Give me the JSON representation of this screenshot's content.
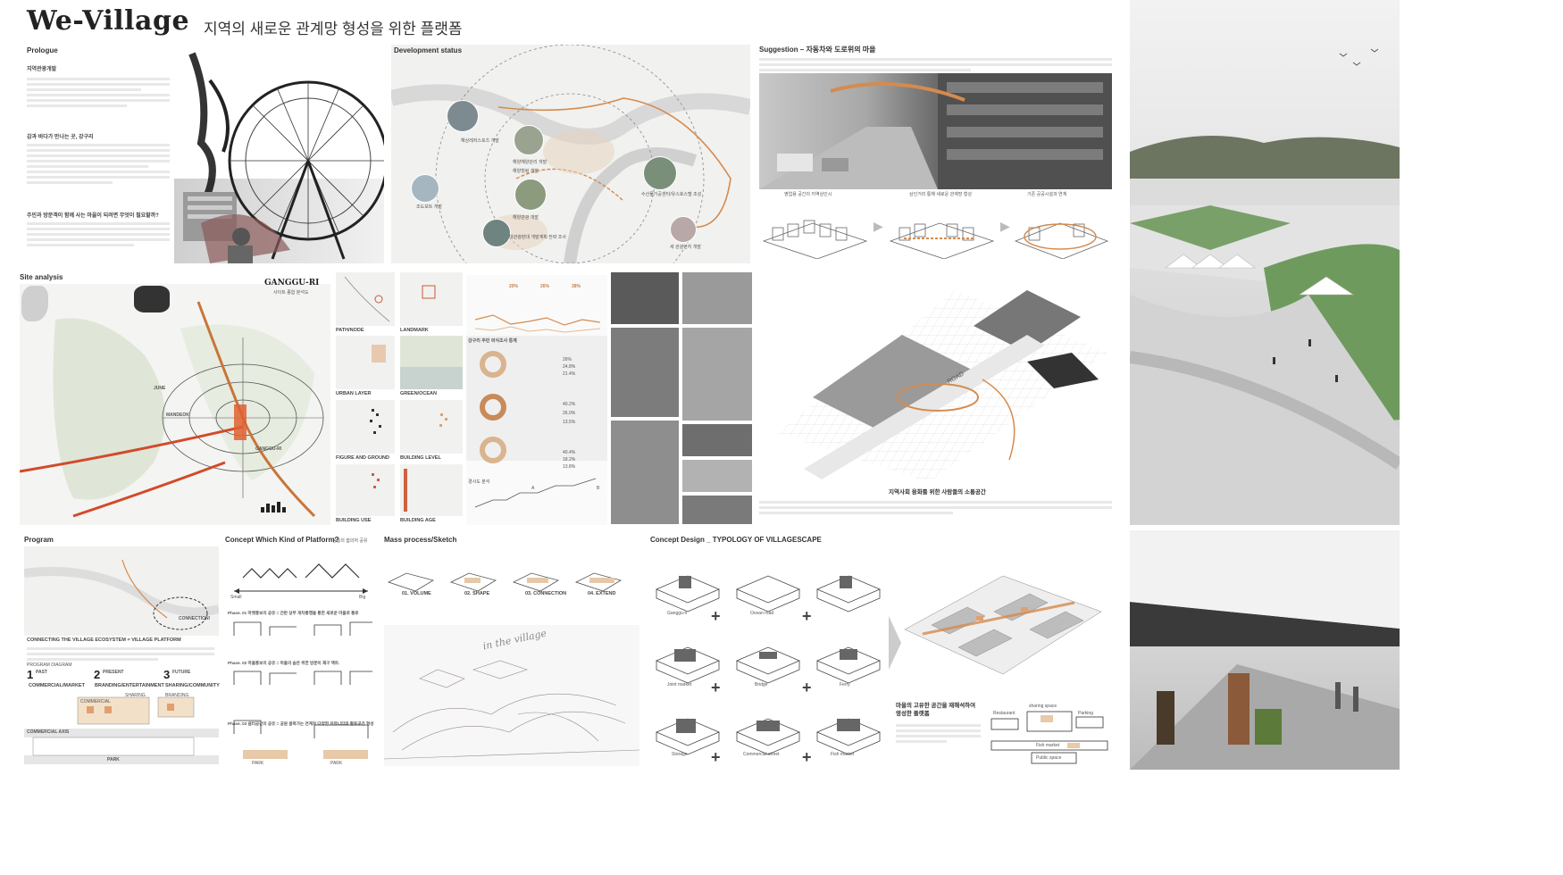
{
  "header": {
    "title": "We-Village",
    "subtitle": "지역의 새로운 관계망 형성을 위한 플랫폼"
  },
  "prologue": {
    "section": "Prologue",
    "h1": "지역관광개발",
    "h2": "감과 바다가 만나는 곳, 강구리",
    "h3": "주민과 방문객이 함께 사는 마을이 되려면 무엇이 필요할까?"
  },
  "development": {
    "section": "Development status",
    "labels": [
      "해상레저스포츠 개발",
      "해양해양관리 개발",
      "해양힐링 개발",
      "수산물가공센터/유스호스텔 조성",
      "조도보트 개발",
      "해양관광 개발",
      "새 관광단지 개발",
      "대관광판대 개발계획 전략 조사"
    ]
  },
  "suggestion": {
    "section": "Suggestion – 자동차와 도로위의 마을",
    "captions": [
      "영업용 공간의 지역상인시",
      "상인거리 통해 새로운 관계망 형성",
      "기존 공공시설과 연계"
    ]
  },
  "site": {
    "section": "Site analysis",
    "map_title": "GANGGU-RI",
    "map_sub": "사이트 종합 분석도",
    "map_labels": [
      "JUNE",
      "MANDEOK",
      "GANGGU-RI"
    ],
    "layers": [
      "PATH/NODE",
      "LANDMARK",
      "URBAN LAYER",
      "GREEN/OCEAN",
      "FIGURE AND GROUND",
      "BUILDING LEVEL",
      "BUILDING USE",
      "BUILDING AGE"
    ],
    "stats": {
      "nums": [
        "20%",
        "26%",
        "38%"
      ],
      "donut_title": "강구리 주민 의식조사 통계",
      "donut_values": [
        "26%",
        "24.8%",
        "21.4%",
        "40.2%",
        "26.0%",
        "13.5%",
        "40.4%",
        "18.2%",
        "13.8%"
      ],
      "section_label": "경사도 분석",
      "ab": [
        "A",
        "B"
      ]
    },
    "road": "ROAD",
    "social_title": "지역사회 융화를 위한 사람들의 소통공간"
  },
  "program": {
    "section": "Program",
    "connection": "CONNECTION!",
    "eco": "CONNECTING THE VILLAGE ECOSYSTEM = VILLAGE PLATFORM",
    "diagram_label": "PROGRAM DIAGRAM",
    "phases": [
      {
        "n": "1",
        "t": "PAST",
        "s": "COMMERCIAL/MARKET"
      },
      {
        "n": "2",
        "t": "PRESENT",
        "s": "BRANDING/ENTERTAINMENT"
      },
      {
        "n": "3",
        "t": "FUTURE",
        "s": "SHARING/COMMUNITY"
      }
    ],
    "axes": [
      "SHARING",
      "COMMERCIAL",
      "BRANDING",
      "COMMERCIAL AXIS",
      "PARK"
    ]
  },
  "concept": {
    "section": "Concept   Which Kind of Platform?",
    "sub": "융통의 쉼의처 공유",
    "phase1": "Phase. 01 마켓홍보의 공유 = 간판 상부 개차통행을 통한 새로운 마을로 통로",
    "phase2": "Phase. 02 마을홍보의 공유 = 마을의 숨은 위한 방문이 재구 액트.",
    "phase3": "Phase. 03 쉼터공간의 공유 = 공원 골목가는 연계처 다양한 커뮤니티와 활동공간 형성",
    "scale": [
      "Small",
      "Big"
    ],
    "park": [
      "PARK",
      "PARK"
    ]
  },
  "mass": {
    "section": "Mass process/Sketch",
    "steps": [
      "01. VOLUME",
      "02. SHAPE",
      "03. CONNECTION",
      "04. EXTEND"
    ],
    "sketch_text": "in the village"
  },
  "concept_design": {
    "section": "Concept Design _ TYPOLOGY OF VILLAGESCAPE",
    "labels": [
      "Ganggu-ri",
      "Ocean road",
      "Joint market",
      "Bridge",
      "Ferry",
      "Storage",
      "Commercial street",
      "Fish market"
    ],
    "final_title": "마을의 고유한 공간을 재해석하여 영성한 플랫폼",
    "legend": [
      "Restaurant",
      "sharing space",
      "Parking",
      "Fish market",
      "Public space"
    ]
  },
  "colors": {
    "accent": "#d9a06b",
    "orange": "#d2691e",
    "line": "#c69a6d"
  }
}
